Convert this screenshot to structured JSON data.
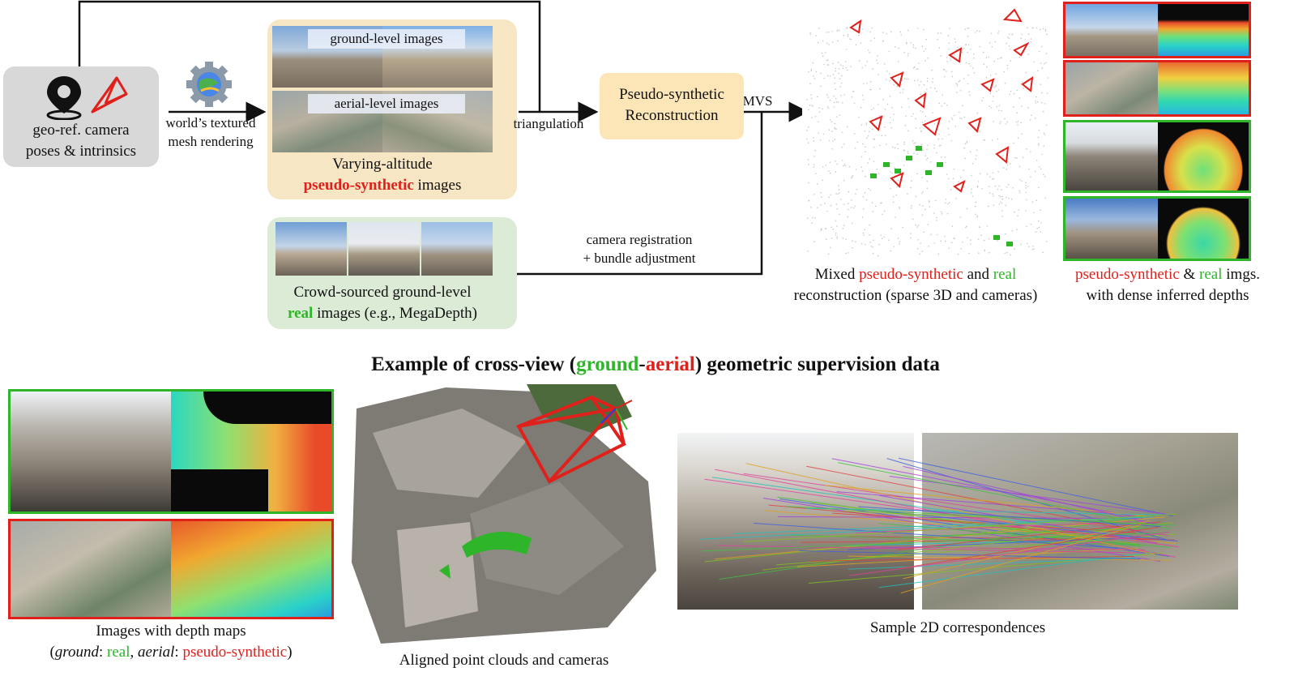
{
  "inputs": {
    "camera_poses": "geo-ref. camera\nposes & intrinsics",
    "rendering": "world’s textured\nmesh rendering"
  },
  "synthetic_box": {
    "ground_label": "ground-level images",
    "aerial_label": "aerial-level images",
    "caption_line1": "Varying-altitude",
    "caption_emph": "pseudo-synthetic",
    "caption_rest": " images"
  },
  "real_box": {
    "caption_line1": "Crowd-sourced ground-level",
    "caption_emph": "real",
    "caption_rest": " images (e.g., MegaDepth)"
  },
  "edges": {
    "triangulation": "triangulation",
    "mvs": "MVS",
    "registration": "camera registration\n+ bundle adjustment"
  },
  "recon_box": {
    "label": "Pseudo-synthetic\nReconstruction"
  },
  "mixed_caption": {
    "pre": "Mixed ",
    "synth": "pseudo-synthetic",
    "mid": " and ",
    "real": "real",
    "line2": "reconstruction (sparse 3D and cameras)"
  },
  "depth_caption": {
    "synth": "pseudo-synthetic",
    "amp": " & ",
    "real": "real",
    "rest": " imgs.",
    "line2": "with dense inferred depths"
  },
  "section_title": {
    "pre": "Example of cross-view (",
    "ground": "ground",
    "dash": "-",
    "aerial": "aerial",
    "post": ") geometric supervision data"
  },
  "bottom_captions": {
    "depth_maps_line1": "Images with depth maps",
    "depth_maps_open": "(",
    "ground": "ground",
    "colon1": ": ",
    "real": "real",
    "comma": ", ",
    "aerial": "aerial",
    "colon2": ": ",
    "synth": "pseudo-synthetic",
    "close": ")",
    "point_clouds": "Aligned point clouds and cameras",
    "correspondences": "Sample 2D correspondences"
  },
  "colors": {
    "real": "#2fb52a",
    "synthetic": "#e0201b",
    "synthetic_box_bg": "#f6e6c3",
    "real_box_bg": "#dcebd6",
    "recon_box_bg": "#fce6b8",
    "camera_box_bg": "#d8d8d8"
  },
  "icons": [
    "map-pin-icon",
    "camera-frustum-icon",
    "google-earth-gear-icon"
  ]
}
